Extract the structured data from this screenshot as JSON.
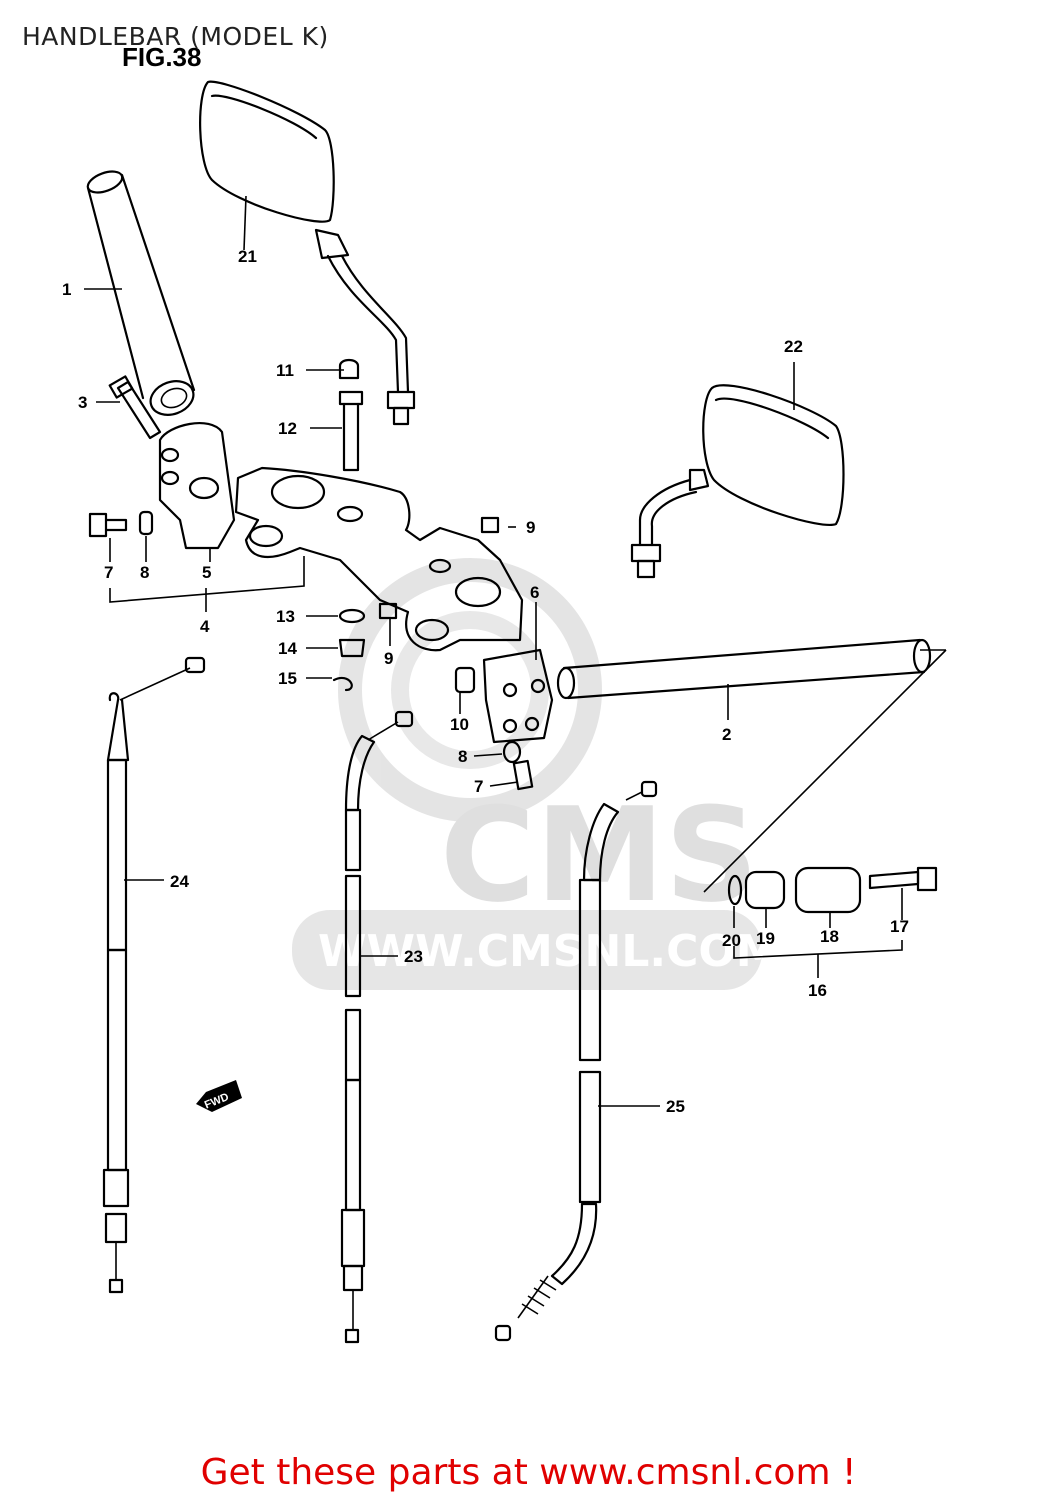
{
  "header": {
    "title": "HANDLEBAR (MODEL K)",
    "figure": "FIG.38"
  },
  "watermark": {
    "brand": "CMS",
    "url": "WWW.CMSNL.COM"
  },
  "fwd_label": "FWD",
  "callouts": {
    "c1": "1",
    "c2": "2",
    "c3": "3",
    "c4": "4",
    "c5": "5",
    "c6": "6",
    "c7a": "7",
    "c7b": "7",
    "c8a": "8",
    "c8b": "8",
    "c9a": "9",
    "c9b": "9",
    "c10": "10",
    "c11": "11",
    "c12": "12",
    "c13": "13",
    "c14": "14",
    "c15": "15",
    "c16": "16",
    "c17": "17",
    "c18": "18",
    "c19": "19",
    "c20": "20",
    "c21": "21",
    "c22": "22",
    "c23": "23",
    "c24": "24",
    "c25": "25"
  },
  "footer": {
    "link_text": "Get these parts at www.cmsnl.com !"
  },
  "colors": {
    "footer_red": "#e00000",
    "watermark_gray": "#d8d8d8",
    "line": "#000000"
  }
}
